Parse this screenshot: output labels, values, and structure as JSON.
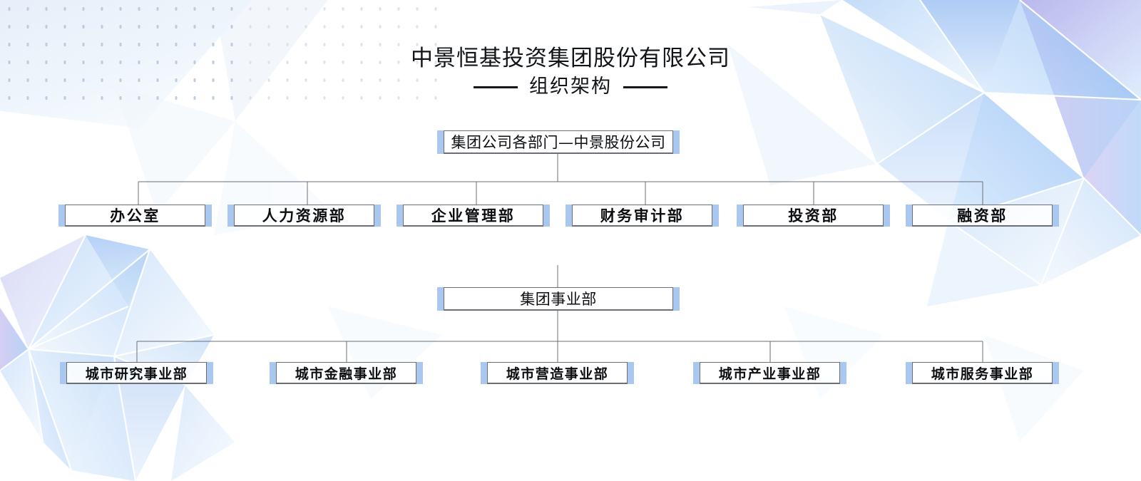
{
  "header": {
    "company_title": "中景恒基投资集团股份有限公司",
    "subtitle": "组织架构"
  },
  "chart_data": {
    "type": "org-chart",
    "root": {
      "label": "集团公司各部门—中景股份公司"
    },
    "departments": [
      {
        "label": "办公室"
      },
      {
        "label": "人力资源部"
      },
      {
        "label": "企业管理部"
      },
      {
        "label": "财务审计部"
      },
      {
        "label": "投资部"
      },
      {
        "label": "融资部"
      }
    ],
    "division_root": {
      "label": "集团事业部"
    },
    "divisions": [
      {
        "label": "城市研究事业部"
      },
      {
        "label": "城市金融事业部"
      },
      {
        "label": "城市营造事业部"
      },
      {
        "label": "城市产业事业部"
      },
      {
        "label": "城市服务事业部"
      }
    ],
    "colors": {
      "accent_bar": "#a9c7ef",
      "box_border": "#6a6f78",
      "connector": "#6a6f78",
      "text": "#0b0d10",
      "background": "#ffffff",
      "decor_blue": "#9fc4ef",
      "decor_violet": "#b9b6ee"
    }
  }
}
